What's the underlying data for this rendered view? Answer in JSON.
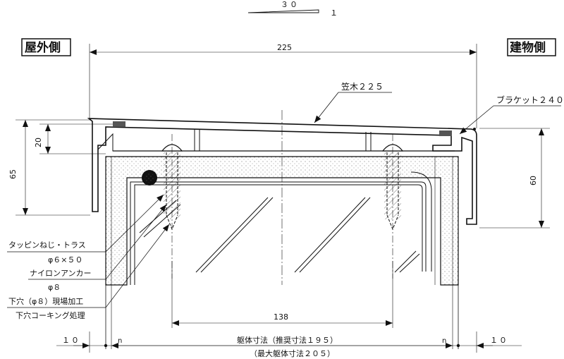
{
  "slope": {
    "run": "３０",
    "rise": "１"
  },
  "sides": {
    "exterior": "屋外側",
    "interior": "建物側"
  },
  "dimensions": {
    "top_width": "225",
    "left_height": "65",
    "left_lip": "20",
    "right_height": "60",
    "anchor_spacing": "138",
    "left_margin": "１０",
    "right_margin": "１０",
    "n_left": "n",
    "n_right": "n",
    "body_size": "躯体寸法（推奨寸法１９５）",
    "body_max": "（最大躯体寸法２０５）"
  },
  "callouts": {
    "coping": "笠木２２５",
    "bracket": "ブラケット２４０",
    "screw": "タッピンねじ・トラス",
    "screw_spec": "φ６×５０",
    "anchor": "ナイロンアンカー",
    "anchor_spec": "φ８",
    "hole": "下穴（φ８）現場加工",
    "caulk": "下穴コーキング処理"
  }
}
